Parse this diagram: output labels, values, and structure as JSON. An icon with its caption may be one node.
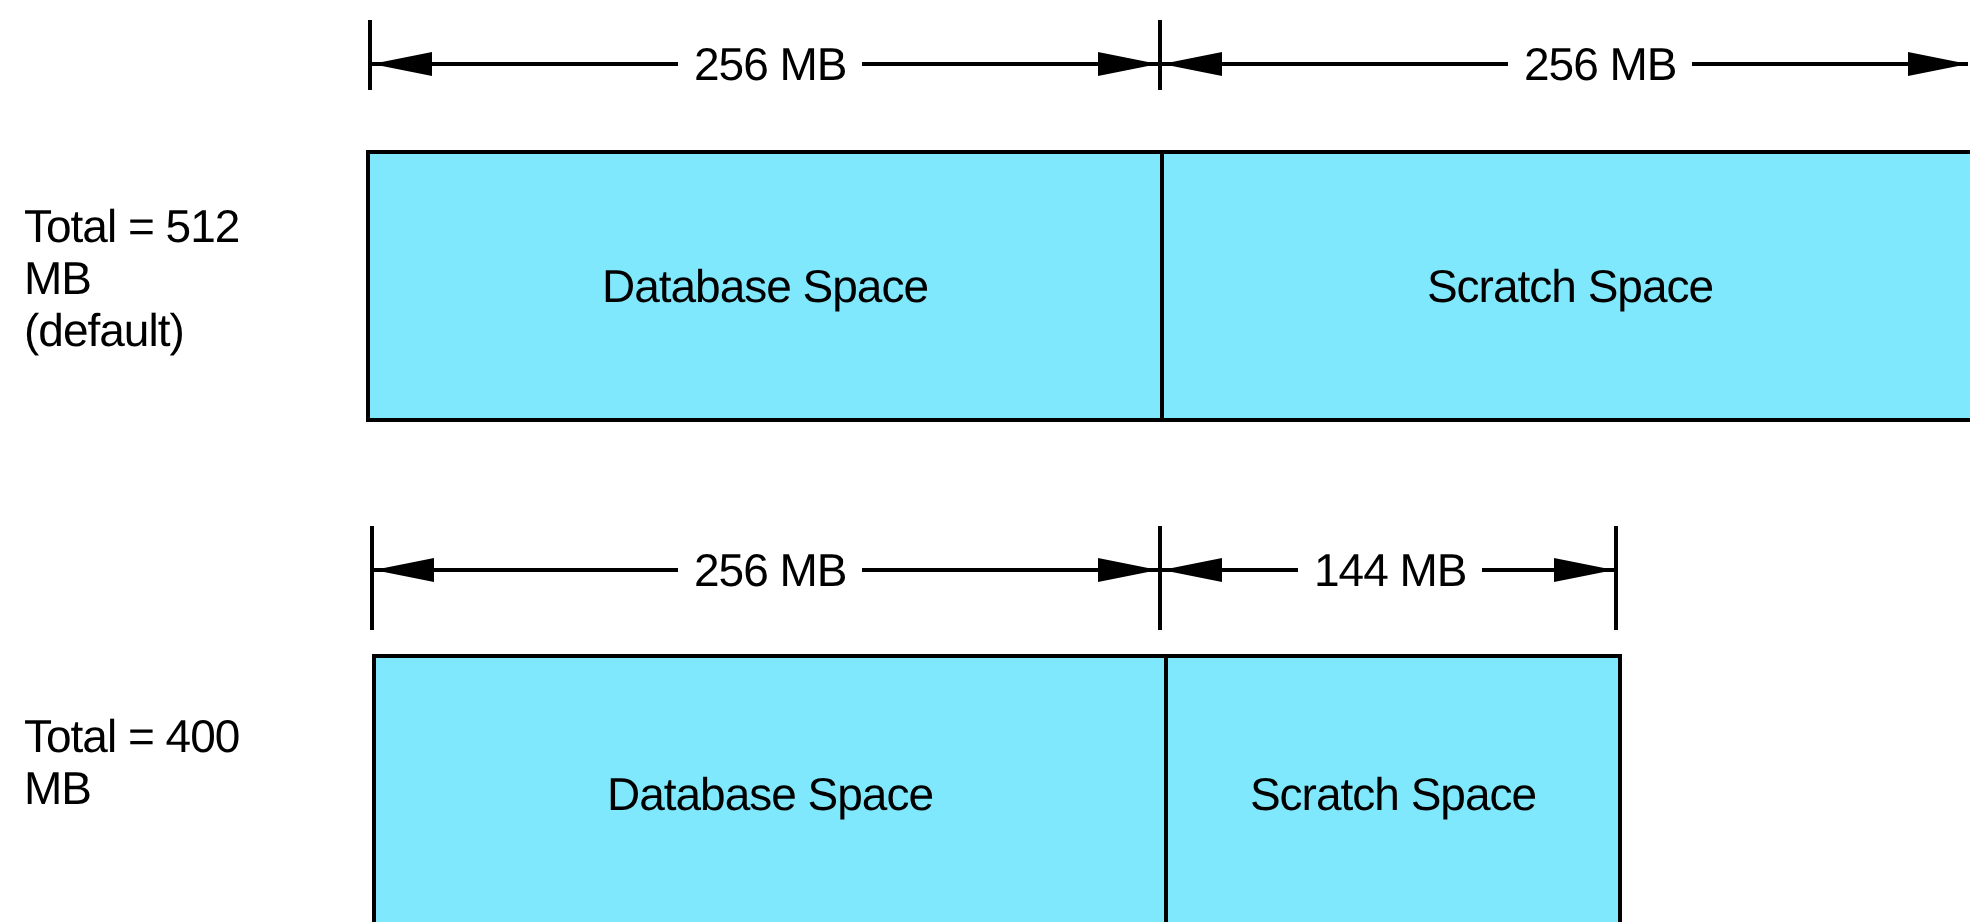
{
  "diagram": {
    "nodes": [
      {
        "text": [
          "Database Space"
        ]
      },
      {
        "text": [
          "Scratch Space"
        ]
      },
      {
        "text": [
          "Database Space"
        ]
      },
      {
        "text": [
          "Scratch Space"
        ]
      }
    ],
    "labels": [
      "256 MB",
      "256 MB",
      "Total = 512 MB (default)",
      "256 MB",
      "144 MB",
      "Total = 400 MB"
    ]
  }
}
